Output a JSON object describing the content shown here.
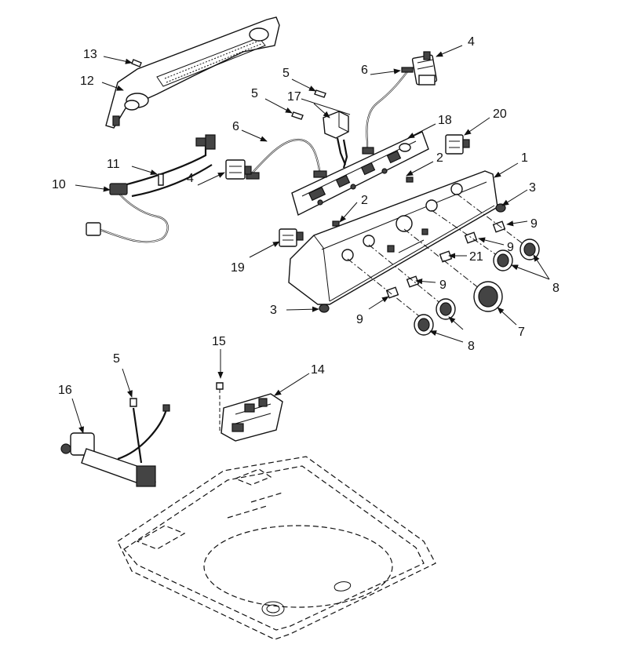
{
  "callouts": {
    "c1": "1",
    "c2a": "2",
    "c2b": "2",
    "c3a": "3",
    "c3b": "3",
    "c4a": "4",
    "c4b": "4",
    "c5a": "5",
    "c5b": "5",
    "c5c": "5",
    "c6a": "6",
    "c6b": "6",
    "c7": "7",
    "c8a": "8",
    "c8b": "8",
    "c9a": "9",
    "c9b": "9",
    "c9c": "9",
    "c9d": "9",
    "c10": "10",
    "c11": "11",
    "c12": "12",
    "c13": "13",
    "c14": "14",
    "c15": "15",
    "c16": "16",
    "c17": "17",
    "c18": "18",
    "c19": "19",
    "c20": "20",
    "c21": "21"
  }
}
